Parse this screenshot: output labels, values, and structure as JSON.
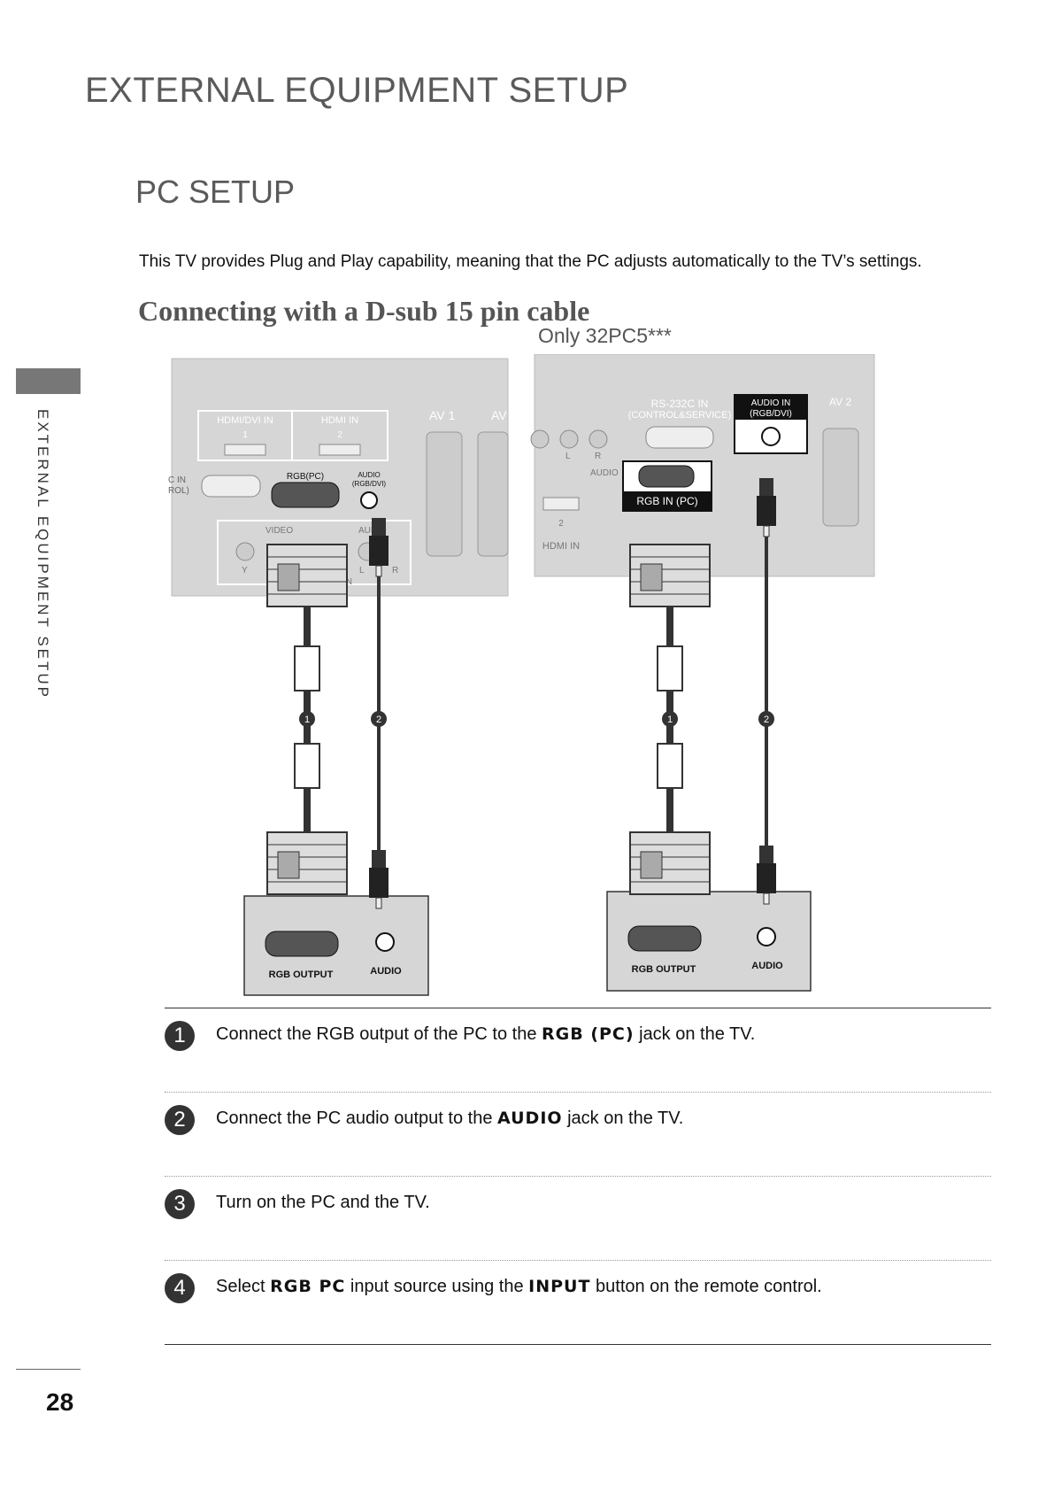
{
  "header": {
    "title": "EXTERNAL EQUIPMENT SETUP"
  },
  "section": {
    "title": "PC SETUP",
    "intro": "This TV provides Plug and Play capability, meaning that the PC adjusts automatically to the TV’s settings."
  },
  "subsection": {
    "title": "Connecting with a D-sub 15 pin cable",
    "model_note": "Only 32PC5***"
  },
  "side_tab": {
    "label": "EXTERNAL EQUIPMENT SETUP"
  },
  "diagram_left": {
    "hdmi_dvi_in": "HDMI/DVI IN",
    "hdmi_in": "HDMI IN",
    "port_1": "1",
    "port_2": "2",
    "av1": "AV 1",
    "av_partial": "AV",
    "rgb_pc": "RGB(PC)",
    "audio_in_line1": "AUDIO",
    "audio_in_line2": "(RGB/DVI)",
    "rs232_partial_1": "C IN",
    "rs232_partial_2": "ROL)",
    "video": "VIDEO",
    "audio": "AUDIO",
    "y": "Y",
    "l": "L",
    "r": "R",
    "in": "IN",
    "cable_1": "1",
    "cable_2": "2",
    "rgb_output": "RGB OUTPUT",
    "pc_audio": "AUDIO"
  },
  "diagram_right": {
    "rs232_line1": "RS-232C IN",
    "rs232_line2": "(CONTROL&SERVICE)",
    "audio_in_line1": "AUDIO IN",
    "audio_in_line2": "(RGB/DVI)",
    "av2": "AV 2",
    "l": "L",
    "r": "R",
    "audio": "AUDIO",
    "rgb_in_pc": "RGB IN (PC)",
    "port_2": "2",
    "hdmi_in": "HDMI IN",
    "cable_1": "1",
    "cable_2": "2",
    "rgb_output": "RGB OUTPUT",
    "pc_audio": "AUDIO"
  },
  "steps": [
    {
      "num": "1",
      "pre": "Connect the RGB output of the PC to the ",
      "kw": "RGB (PC)",
      "post": " jack on the TV."
    },
    {
      "num": "2",
      "pre": "Connect the PC audio output to the ",
      "kw": "AUDIO",
      "post": " jack on the TV."
    },
    {
      "num": "3",
      "pre": "Turn on the PC and the TV.",
      "kw": "",
      "post": ""
    },
    {
      "num": "4",
      "pre": "Select ",
      "kw": "RGB PC",
      "mid": " input source using the ",
      "kw2": "INPUT",
      "post": " button on the remote control."
    }
  ],
  "footer": {
    "page_number": "28"
  }
}
